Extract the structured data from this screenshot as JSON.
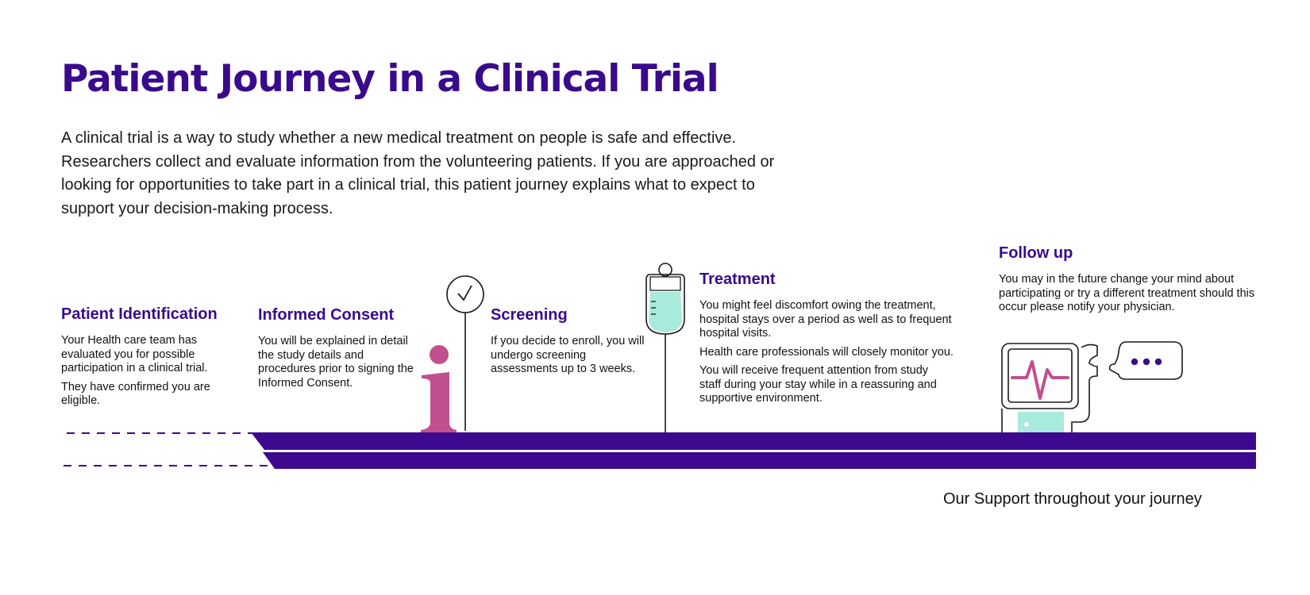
{
  "title": "Patient Journey in a Clinical Trial",
  "intro": "A clinical trial is a way to study whether a new medical treatment on people is safe and effective. Researchers collect and evaluate information from the volunteering patients. If you are approached or looking for opportunities to take part in a clinical trial, this patient journey explains what to expect to support your decision-making process.",
  "steps": [
    {
      "title": "Patient Identification",
      "paragraphs": [
        "Your Health care team has evaluated you for possible participation in a clinical trial.",
        "They have confirmed you are eligible."
      ]
    },
    {
      "title": "Informed Consent",
      "paragraphs": [
        "You will be explained in detail the study details and procedures prior to signing the Informed Consent."
      ]
    },
    {
      "title": "Screening",
      "paragraphs": [
        "If you decide to enroll, you will undergo screening assessments up to 3 weeks."
      ]
    },
    {
      "title": "Treatment",
      "paragraphs": [
        "You might feel discomfort owing the treatment, hospital stays over a period as well as to frequent hospital visits.",
        "Health care professionals will closely monitor you.",
        "You will receive frequent attention from study staff during your stay while in a reassuring and supportive environment."
      ]
    },
    {
      "title": "Follow up",
      "paragraphs": [
        "You may in the future change your mind about participating or try a different treatment should this occur please notify your physician."
      ]
    }
  ],
  "support_label": "Our Support throughout your journey",
  "icons": [
    "info-i-icon",
    "checkmark-balloon-icon",
    "iv-drip-bag-icon",
    "heart-monitor-icon",
    "speech-bubble-icon"
  ],
  "colors": {
    "primary_purple": "#3a0a8c",
    "road_purple": "#3d0a8f",
    "pink": "#c24f8e",
    "mint": "#a8eadb",
    "text": "#111111"
  }
}
